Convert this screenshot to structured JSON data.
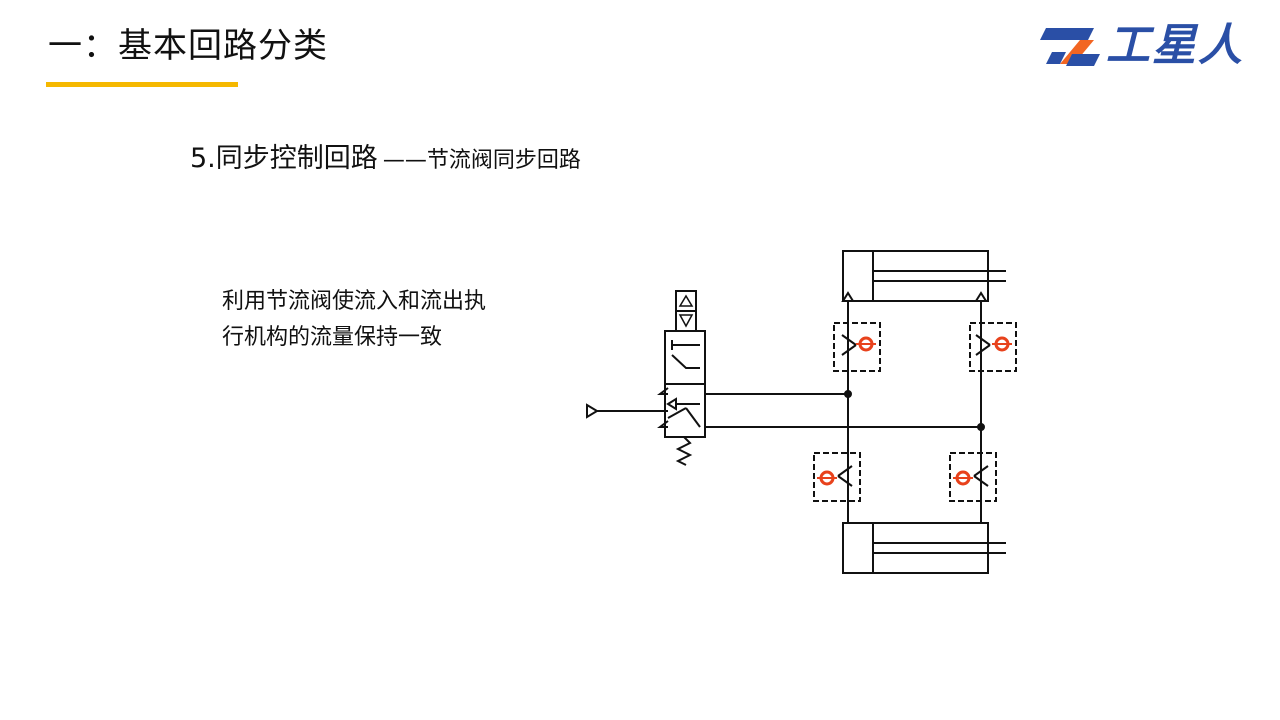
{
  "header": {
    "title": "一：基本回路分类",
    "accent_color": "#f5b800"
  },
  "logo": {
    "text": "工星人",
    "mark_colors": [
      "#2a4fa6",
      "#f26522"
    ]
  },
  "section": {
    "heading": "5.同步控制回路",
    "subheading": "——节流阀同步回路"
  },
  "description": {
    "text": "利用节流阀使流入和流出执行机构的流量保持一致"
  },
  "diagram": {
    "highlight_color": "#e8421c",
    "line_color": "#111111"
  }
}
